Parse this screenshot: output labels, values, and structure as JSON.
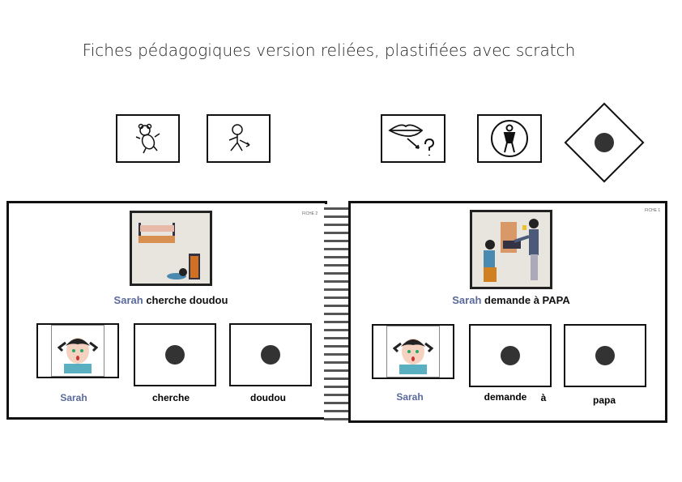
{
  "title": "Fiches pédagogiques  version reliées, plastifiées avec scratch",
  "symbols": [
    "teddy-bear",
    "search-person",
    "lips-question",
    "person",
    "velcro-dot"
  ],
  "left_page": {
    "fiche": "FICHE 2",
    "caption_name": "Sarah",
    "caption_rest": "cherche doudou",
    "cards": [
      "Sarah",
      "cherche",
      "doudou"
    ]
  },
  "right_page": {
    "fiche": "FICHE 1",
    "caption_name": "Sarah",
    "caption_rest": "demande à PAPA",
    "cards": [
      "Sarah",
      "demande",
      "à",
      "papa"
    ]
  }
}
